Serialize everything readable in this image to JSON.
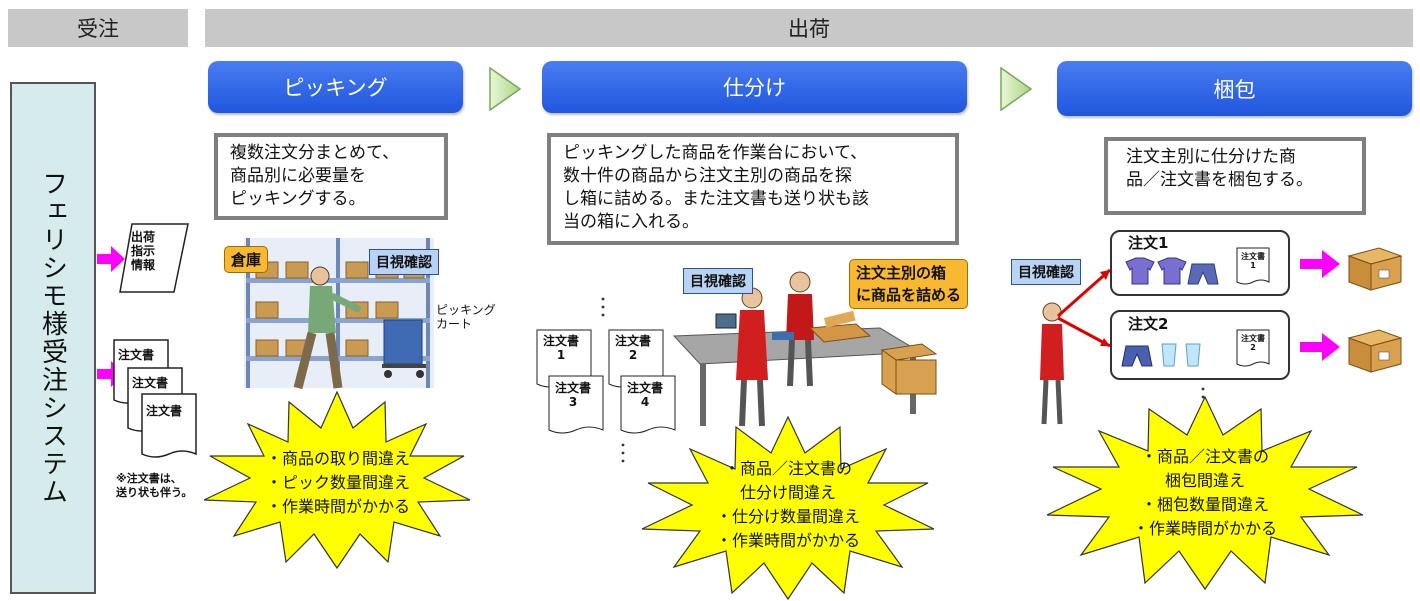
{
  "header": {
    "received": "受注",
    "shipping": "出荷"
  },
  "system": {
    "label": "フェリシモ様受注システム"
  },
  "inputs": {
    "shipping_instruction": "出荷\n指示\n情報",
    "order_doc": "注文書",
    "note": "※注文書は、\n送り状も伴う。"
  },
  "steps": {
    "picking": {
      "title": "ピッキング",
      "description": "複数注文分まとめて、\n商品別に必要量を\nピッキングする。",
      "labels": {
        "warehouse": "倉庫",
        "visual_check": "目視確認",
        "cart": "ピッキング\nカート"
      },
      "problems": "・商品の取り間違え\n・ピック数量間違え\n・作業時間がかかる"
    },
    "sorting": {
      "title": "仕分け",
      "description": "ピッキングした商品を作業台において、\n数十件の商品から注文主別の商品を探\nし箱に詰める。また注文書も送り状も該\n当の箱に入れる。",
      "labels": {
        "visual_check": "目視確認",
        "pack_by_customer": "注文主別の箱\nに商品を詰める",
        "docs": [
          "注文書\n1",
          "注文書\n2",
          "注文書\n3",
          "注文書\n4"
        ]
      },
      "problems": "・商品／注文書の\n仕分け間違え\n・仕分け数量間違え\n・作業時間がかかる"
    },
    "packing": {
      "title": "梱包",
      "description": "注文主別に仕分けた商\n品／注文書を梱包する。",
      "labels": {
        "visual_check": "目視確認",
        "order1": "注文1",
        "order2": "注文2",
        "mini_doc1": "注文書\n1",
        "mini_doc2": "注文書\n2"
      },
      "problems": "・商品／注文書の\n梱包間違え\n・梱包数量間違え\n・作業時間がかかる"
    }
  },
  "colors": {
    "step_blue": "#2a62e6",
    "header_gray": "#c8c8c8",
    "burst_yellow": "#ffff00",
    "label_orange": "#f8b830",
    "label_blue": "#b9d3f4",
    "arrow_magenta": "#ff00ff",
    "arrow_red": "#e00000",
    "system_fill": "#d6ecec"
  }
}
